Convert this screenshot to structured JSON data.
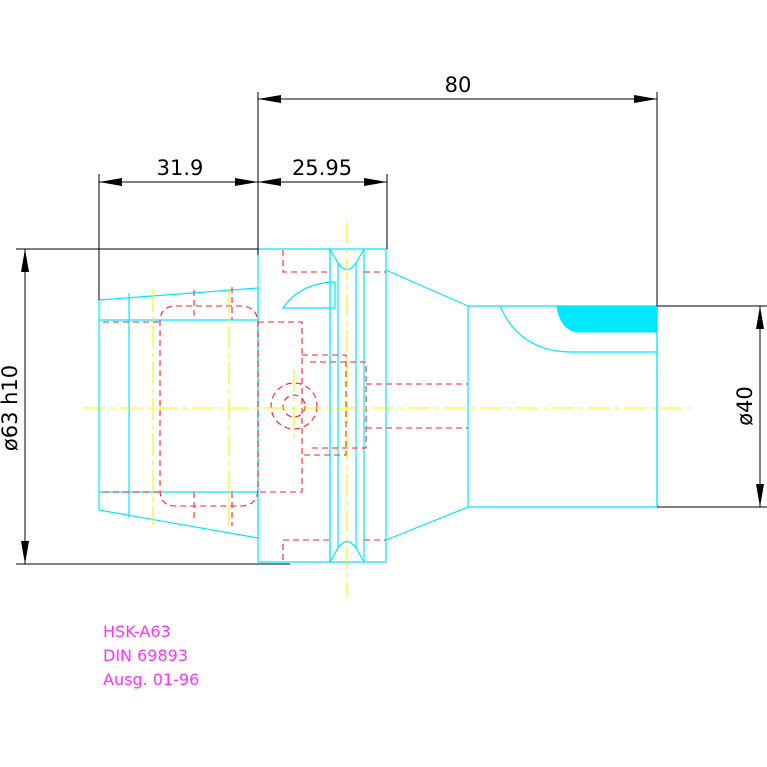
{
  "dimensions": {
    "overall_length": "80",
    "flange_length": "31.9",
    "collar_length": "25.95",
    "flange_diameter": "ø63 h10",
    "shank_diameter": "ø40"
  },
  "notes": [
    "HSK-A63",
    "DIN 69893",
    "Ausg. 01-96"
  ],
  "colors": {
    "outline": "#00e8ff",
    "hidden_lines": "#ff2020",
    "center_lines": "#f4f400",
    "dimensions": "#000000",
    "notes": "#ff33ff"
  }
}
